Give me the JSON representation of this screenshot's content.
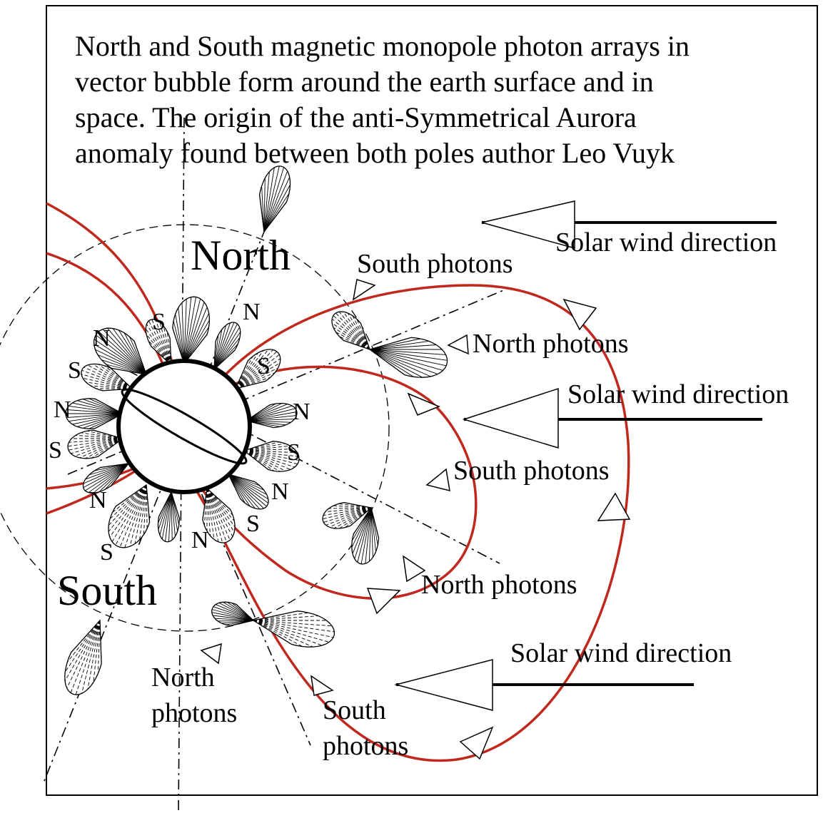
{
  "caption": {
    "lines": [
      "North and South magnetic monopole photon arrays in",
      "vector bubble form around the earth surface and in",
      "space. The origin of the anti-Symmetrical Aurora",
      "anomaly found between both poles author Leo Vuyk"
    ]
  },
  "labels": {
    "north": "North",
    "south": "South",
    "solar_wind_1": "Solar wind direction",
    "solar_wind_2": "Solar wind direction",
    "solar_wind_3": "Solar wind direction",
    "south_photons_top": "South photons",
    "north_photons_upper": "North photons",
    "south_photons_mid": "South photons",
    "north_photons_mid": "North photons",
    "north_photons_bottom_line1": "North",
    "north_photons_bottom_line2": "photons",
    "south_photons_bottom_line1": "South",
    "south_photons_bottom_line2": "photons"
  },
  "pole_letters": [
    "S",
    "N",
    "N",
    "S",
    "N",
    "S",
    "N",
    "S",
    "N",
    "S",
    "S",
    "N",
    "S",
    "N",
    "S"
  ],
  "colors": {
    "field_lines": "#c0281e",
    "ink": "#000000",
    "background": "#ffffff"
  }
}
